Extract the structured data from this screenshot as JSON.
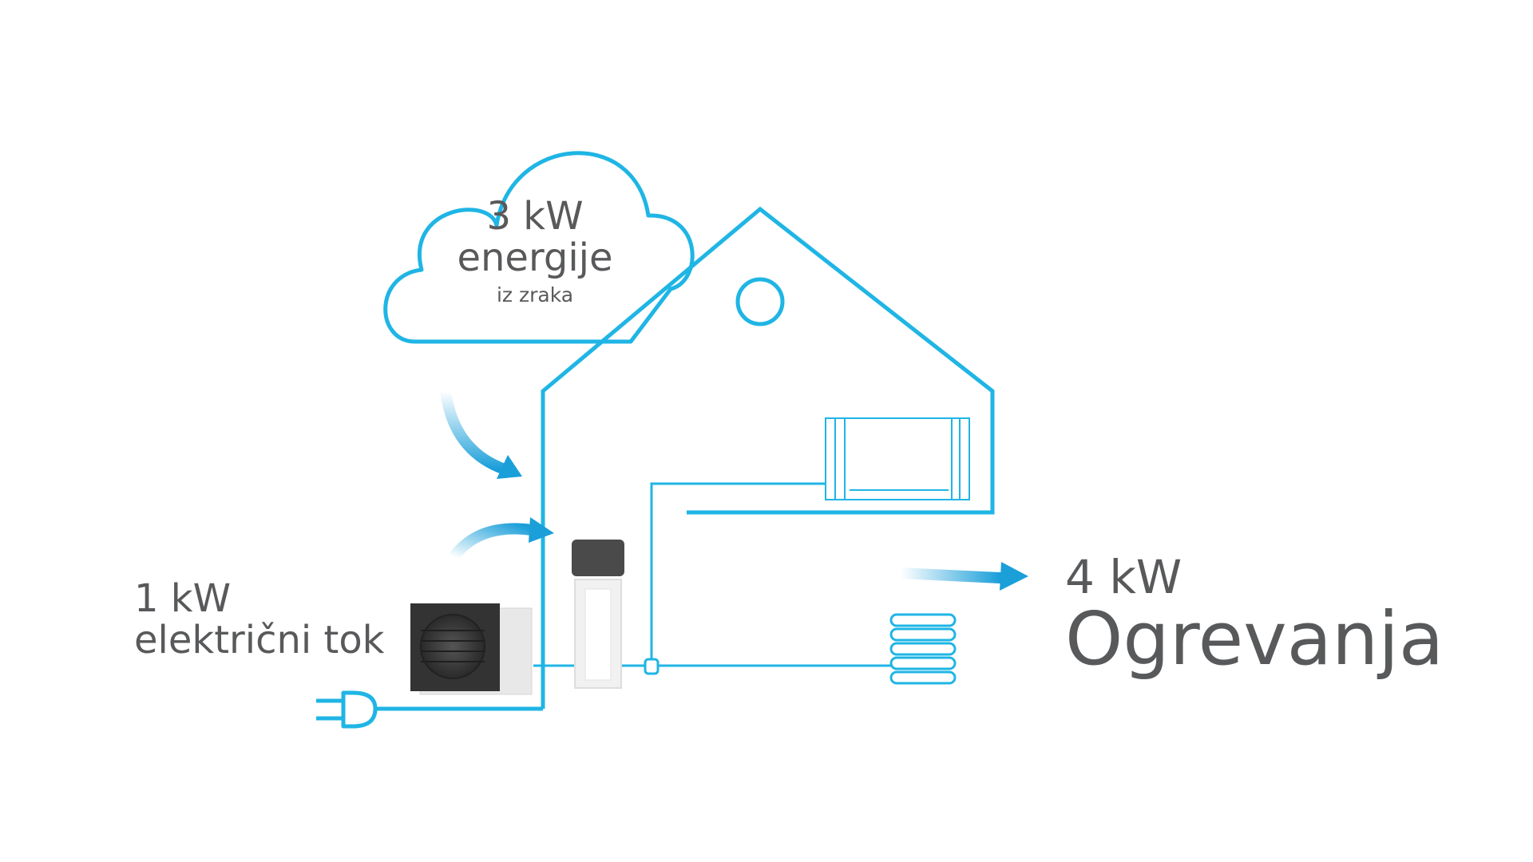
{
  "colors": {
    "line": "#1fb5e5",
    "arrow": "#1a9fd9",
    "text": "#58595b",
    "unit_dark": "#333333",
    "unit_light": "#e8e8e8",
    "tank_body": "#f1f1f1",
    "tank_top": "#4a4a4a"
  },
  "icons": [
    "cloud-icon",
    "house-icon",
    "outdoor-unit-icon",
    "water-tank-icon",
    "indoor-unit-icon",
    "radiator-icon",
    "plug-icon",
    "arrow-icon"
  ],
  "cloud": {
    "line1": "3 kW",
    "line2": "energije",
    "line3": "iz zraka"
  },
  "electric": {
    "line1": "1 kW",
    "line2": "električni tok"
  },
  "heating": {
    "line1": "4 kW",
    "line2": "Ogrevanja"
  }
}
